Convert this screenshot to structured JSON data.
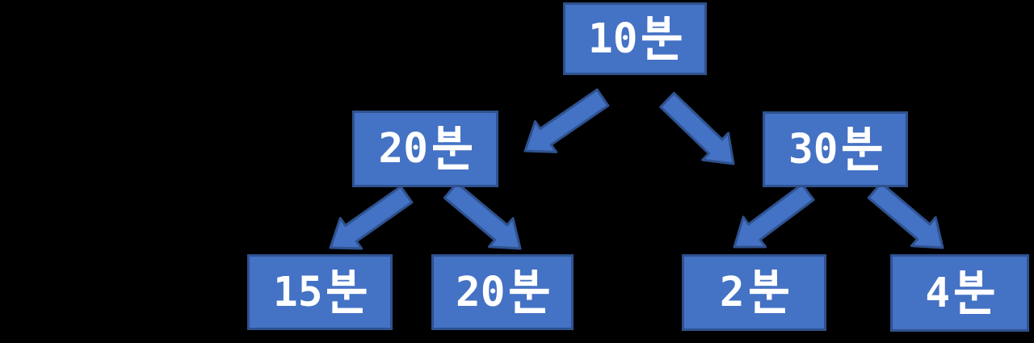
{
  "background_color": "#000000",
  "colors": {
    "node_fill": "#4472C4",
    "node_border": "#2F528F",
    "arrow_fill": "#4472C4",
    "arrow_border": "#2F528F",
    "text": "#FFFFFF"
  },
  "diagram": {
    "type": "tree",
    "unit_suffix": "분",
    "nodes": [
      {
        "id": "root",
        "label": "10분",
        "number": "10",
        "suffix": "분",
        "level": 0
      },
      {
        "id": "left",
        "label": "20분",
        "number": "20",
        "suffix": "분",
        "level": 1
      },
      {
        "id": "right",
        "label": "30분",
        "number": "30",
        "suffix": "분",
        "level": 1
      },
      {
        "id": "left-left",
        "label": "15분",
        "number": "15",
        "suffix": "분",
        "level": 2
      },
      {
        "id": "left-right",
        "label": "20분",
        "number": "20",
        "suffix": "분",
        "level": 2
      },
      {
        "id": "right-left",
        "label": "2분",
        "number": "2",
        "suffix": "분",
        "level": 2
      },
      {
        "id": "right-right",
        "label": "4분",
        "number": "4",
        "suffix": "분",
        "level": 2
      }
    ],
    "edges": [
      {
        "from": "root",
        "to": "left"
      },
      {
        "from": "root",
        "to": "right"
      },
      {
        "from": "left",
        "to": "left-left"
      },
      {
        "from": "left",
        "to": "left-right"
      },
      {
        "from": "right",
        "to": "right-left"
      },
      {
        "from": "right",
        "to": "right-right"
      }
    ]
  }
}
